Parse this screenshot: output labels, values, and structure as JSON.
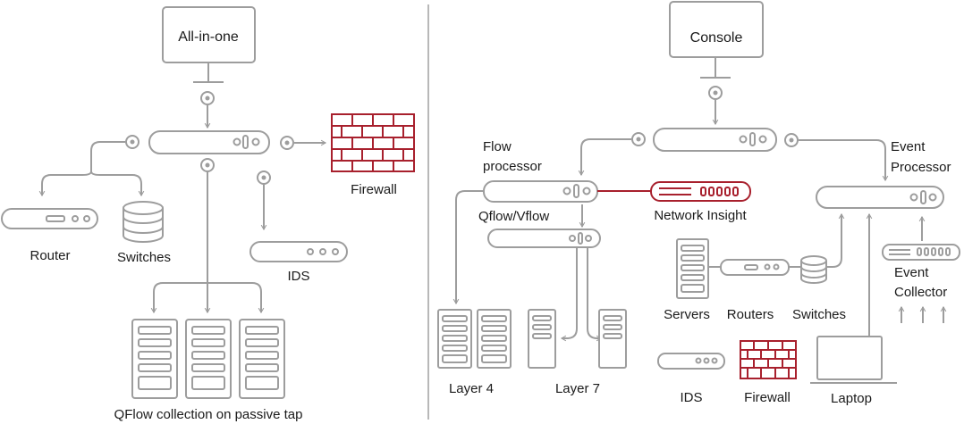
{
  "left": {
    "all_in_one": "All-in-one",
    "firewall": "Firewall",
    "router": "Router",
    "switches": "Switches",
    "ids": "IDS",
    "qflow_collection": "QFlow collection on passive tap"
  },
  "right": {
    "console": "Console",
    "flow_processor_line1": "Flow",
    "flow_processor_line2": "processor",
    "event_processor_line1": "Event",
    "event_processor_line2": "Processor",
    "qflow_vflow": "Qflow/Vflow",
    "network_insight": "Network Insight",
    "event_collector_line1": "Event",
    "event_collector_line2": "Collector",
    "servers": "Servers",
    "routers": "Routers",
    "switches": "Switches",
    "layer4": "Layer 4",
    "layer7": "Layer 7",
    "ids": "IDS",
    "firewall": "Firewall",
    "laptop": "Laptop"
  },
  "colors": {
    "gray": "#9d9d9d",
    "red": "#a8202d",
    "divider": "#a0a0a0"
  }
}
